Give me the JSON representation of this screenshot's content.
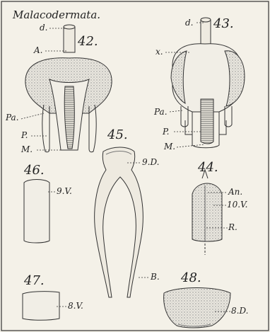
{
  "plate_title": "Malacodermata.",
  "colors": {
    "paper": "#f4f1e8",
    "ink": "#2b2b2b",
    "shade": "#9a9a9a"
  },
  "figures": {
    "fig42": {
      "number": "42.",
      "labels": {
        "d": "d.",
        "A": "A.",
        "Pa": "Pa.",
        "P": "P.",
        "M": "M."
      }
    },
    "fig43": {
      "number": "43.",
      "labels": {
        "d": "d.",
        "x": "x.",
        "Pa": "Pa.",
        "P": "P.",
        "M": "M."
      }
    },
    "fig44": {
      "number": "44.",
      "labels": {
        "An": "An.",
        "10V": "10.V.",
        "R": "R."
      }
    },
    "fig45": {
      "number": "45.",
      "labels": {
        "9D": "9.D.",
        "B": "B."
      }
    },
    "fig46": {
      "number": "46.",
      "labels": {
        "9V": "9.V."
      }
    },
    "fig47": {
      "number": "47.",
      "labels": {
        "8V": "8.V."
      }
    },
    "fig48": {
      "number": "48.",
      "labels": {
        "8D": "8.D."
      }
    }
  }
}
